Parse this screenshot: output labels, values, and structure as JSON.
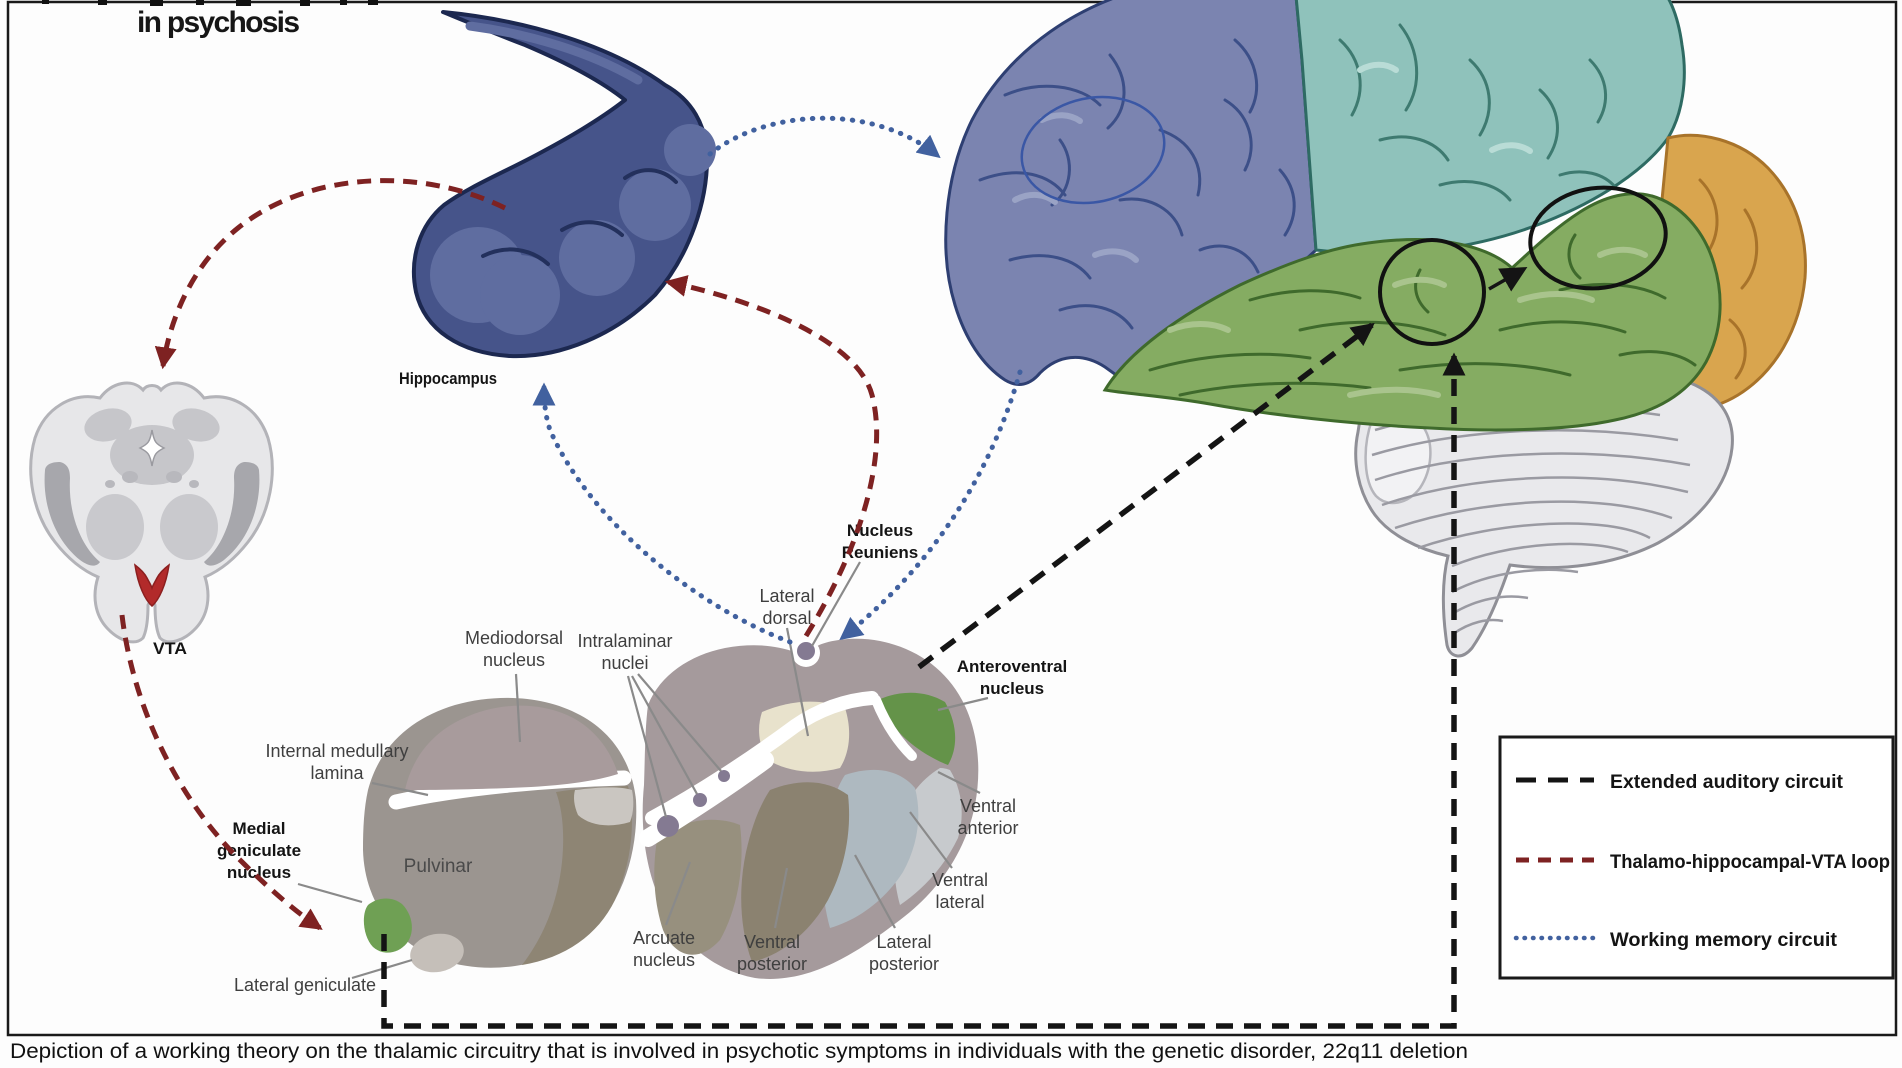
{
  "title": "in psychosis",
  "caption": "Depiction of a working theory on the thalamic circuitry that is involved in psychotic symptoms in individuals with the genetic disorder, 22q11 deletion",
  "legend": {
    "items": [
      {
        "label": "Extended auditory circuit",
        "color": "#141414",
        "style": "dashed"
      },
      {
        "label": "Thalamo-hippocampal-VTA loop",
        "color": "#7e2222",
        "style": "dashed"
      },
      {
        "label": "Working memory circuit",
        "color": "#41619f",
        "style": "dotted"
      }
    ]
  },
  "labels": {
    "hippocampus": "Hippocampus",
    "vta": "VTA",
    "pulvinar": "Pulvinar",
    "mediodorsal_line1": "Mediodorsal",
    "mediodorsal_line2": "nucleus",
    "intralaminar_line1": "Intralaminar",
    "intralaminar_line2": "nuclei",
    "internal_medullary_line1": "Internal medullary",
    "internal_medullary_line2": "lamina",
    "medial_geniculate_line1": "Medial",
    "medial_geniculate_line2": "geniculate",
    "medial_geniculate_line3": "nucleus",
    "lateral_geniculate": "Lateral geniculate",
    "arcuate_line1": "Arcuate",
    "arcuate_line2": "nucleus",
    "ventral_posterior_line1": "Ventral",
    "ventral_posterior_line2": "posterior",
    "lateral_posterior_line1": "Lateral",
    "lateral_posterior_line2": "posterior",
    "ventral_lateral_line1": "Ventral",
    "ventral_lateral_line2": "lateral",
    "ventral_anterior_line1": "Ventral",
    "ventral_anterior_line2": "anterior",
    "anteroventral_line1": "Anteroventral",
    "anteroventral_line2": "nucleus",
    "lateral_dorsal_line1": "Lateral",
    "lateral_dorsal_line2": "dorsal",
    "nucleus_reuniens_line1": "Nucleus",
    "nucleus_reuniens_line2": "Reuniens"
  },
  "colors": {
    "frontal_lobe": "#7b84b0",
    "parietal_lobe": "#8fc2bb",
    "temporal_lobe": "#85ac62",
    "occipital_lobe": "#d9a54e",
    "cerebellum": "#e9e9ec",
    "hippocampus": "#46548a",
    "auditory_circuit": "#141414",
    "vta_loop": "#7e2222",
    "working_memory": "#41619f",
    "medial_geniculate_green": "#6fa054",
    "anteroventral_green": "#649349"
  }
}
